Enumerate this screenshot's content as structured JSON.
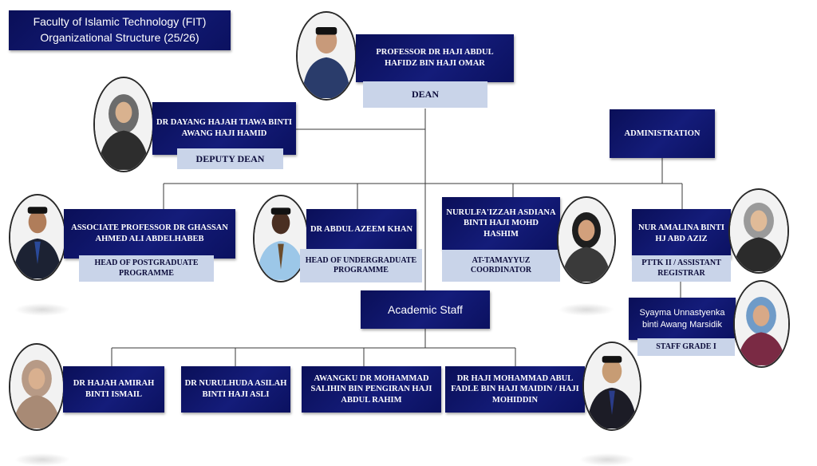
{
  "title": {
    "line1": "Faculty of Islamic Technology (FIT)",
    "line2": "Organizational Structure (25/26)"
  },
  "dean": {
    "name": "PROFESSOR DR HAJI ABDUL HAFIDZ BIN HAJI OMAR",
    "role": "DEAN"
  },
  "deputy_dean": {
    "name": "DR DAYANG HAJAH TIAWA BINTI AWANG HAJI HAMID",
    "role": "DEPUTY DEAN"
  },
  "administration": {
    "label": "ADMINISTRATION"
  },
  "heads": [
    {
      "name": "ASSOCIATE PROFESSOR DR GHASSAN AHMED ALI ABDELHABEB",
      "role": "HEAD OF POSTGRADUATE PROGRAMME"
    },
    {
      "name": "DR ABDUL AZEEM KHAN",
      "role": "HEAD OF UNDERGRADUATE PROGRAMME"
    },
    {
      "name": "NURULFA'IZZAH ASDIANA BINTI HAJI MOHD HASHIM",
      "role": "AT-TAMAYYUZ COORDINATOR"
    },
    {
      "name": "NUR AMALINA BINTI HJ ABD AZIZ",
      "role": "PTTK II / ASSISTANT REGISTRAR"
    }
  ],
  "staff_grade": {
    "name": "Syayma Unnastyenka binti Awang Marsidik",
    "role": "STAFF GRADE I"
  },
  "academic_staff": {
    "label": "Academic Staff",
    "members": [
      "DR HAJAH AMIRAH BINTI ISMAIL",
      "DR NURULHUDA ASILAH BINTI HAJI ASLI",
      "AWANGKU DR MOHAMMAD SALIHIN BIN PENGIRAN HAJI ABDUL RAHIM",
      "DR HAJI MOHAMMAD ABUL FADLE BIN HAJI MAIDIN / HAJI MOHIDDIN"
    ]
  },
  "colors": {
    "navy": "#0f1670",
    "light_blue": "#c9d4e9",
    "line": "#3a3a3a"
  }
}
